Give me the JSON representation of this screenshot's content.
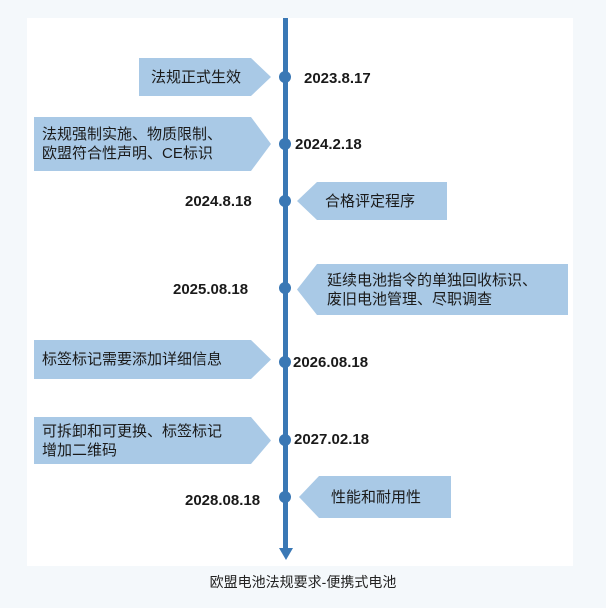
{
  "caption": "欧盟电池法规要求-便携式电池",
  "timeline": [
    {
      "date": "2023.8.17",
      "lines": [
        "法规正式生效"
      ]
    },
    {
      "date": "2024.2.18",
      "lines": [
        "法规强制实施、物质限制、",
        "欧盟符合性声明、CE标识"
      ]
    },
    {
      "date": "2024.8.18",
      "lines": [
        "合格评定程序"
      ]
    },
    {
      "date": "2025.08.18",
      "lines": [
        "延续电池指令的单独回收标识、",
        "废旧电池管理、尽职调查"
      ]
    },
    {
      "date": "2026.08.18",
      "lines": [
        "标签标记需要添加详细信息"
      ]
    },
    {
      "date": "2027.02.18",
      "lines": [
        "可拆卸和可更换、标签标记",
        "增加二维码"
      ]
    },
    {
      "date": "2028.08.18",
      "lines": [
        "性能和耐用性"
      ]
    }
  ],
  "colors": {
    "axis": "#3a78b5",
    "callout": "#a9c9e6"
  }
}
